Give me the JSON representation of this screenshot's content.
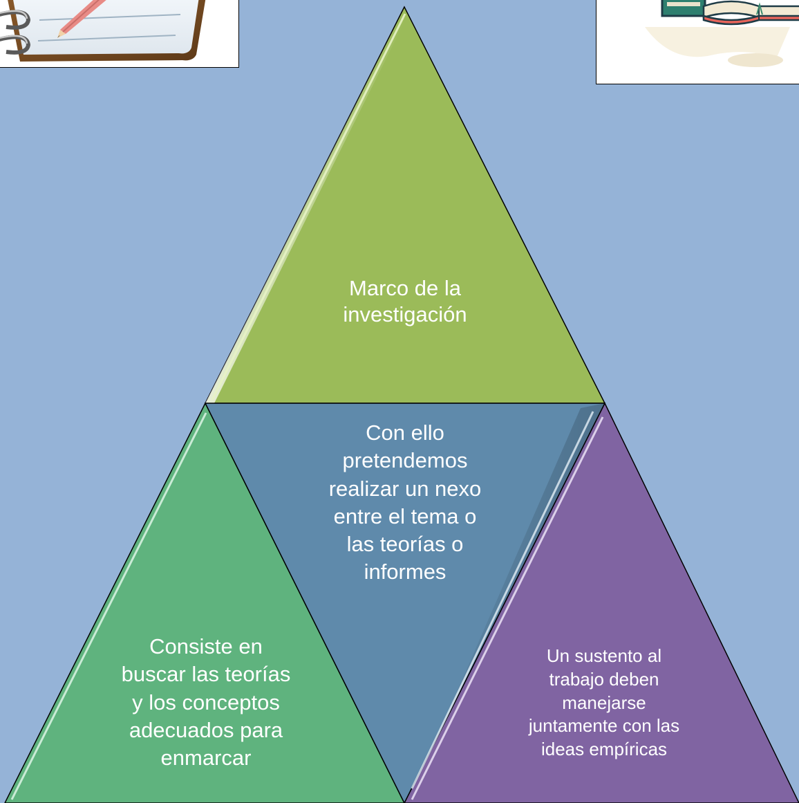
{
  "colors": {
    "background": "#95b3d7",
    "top_triangle": "#9bbb59",
    "center_triangle": "#5f8aab",
    "left_triangle": "#5fb37e",
    "right_triangle": "#8064a2",
    "outline": "#000000",
    "text": "#ffffff"
  },
  "pyramid": {
    "top": {
      "text": "Marco de la\ninvestigación"
    },
    "center": {
      "text": "Con ello\npretendemos\nrealizar un nexo\nentre el tema o\nlas teorías o\ninformes"
    },
    "left": {
      "text": "Consiste en\nbuscar las teorías\ny los conceptos\nadecuados para\nenmarcar"
    },
    "right": {
      "text": "Un sustento al\ntrabajo deben\nmanejarse\njuntamente con las\nideas empíricas"
    }
  },
  "images": {
    "top_left": {
      "icon": "notebook-pencil-icon"
    },
    "top_right": {
      "icon": "open-book-icon"
    }
  }
}
